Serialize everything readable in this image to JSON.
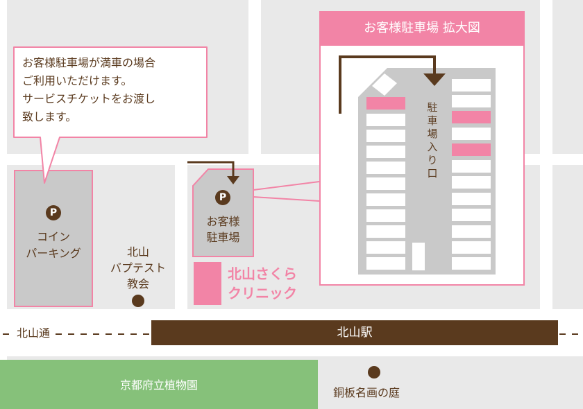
{
  "map": {
    "callout_text": [
      "お客様駐車場が満車の場合",
      "ご利用いただけます。",
      "サービスチケットをお渡し",
      "致します。"
    ],
    "coin_parking": {
      "icon": "P",
      "label": [
        "コイン",
        "パーキング"
      ]
    },
    "church": {
      "label": [
        "北山",
        "バプテスト",
        "教会"
      ]
    },
    "customer_parking": {
      "icon": "P",
      "label": [
        "お客様",
        "駐車場"
      ]
    },
    "clinic": {
      "label": [
        "北山さくら",
        "クリニック"
      ]
    },
    "zoom": {
      "title": "お客様駐車場 拡大図",
      "entrance_label": "駐車場入り口"
    },
    "street": {
      "label": "北山通"
    },
    "station": {
      "label": "北山駅"
    },
    "garden": {
      "label": "京都府立植物園"
    },
    "landmark": {
      "label": "銅板名画の庭"
    }
  },
  "colors": {
    "brown": "#5a3a1e",
    "pink": "#f284a6",
    "green": "#86c17a",
    "block_gray": "#e9e9e9",
    "lot_gray": "#c9c9c9",
    "road": "#ffffff"
  }
}
